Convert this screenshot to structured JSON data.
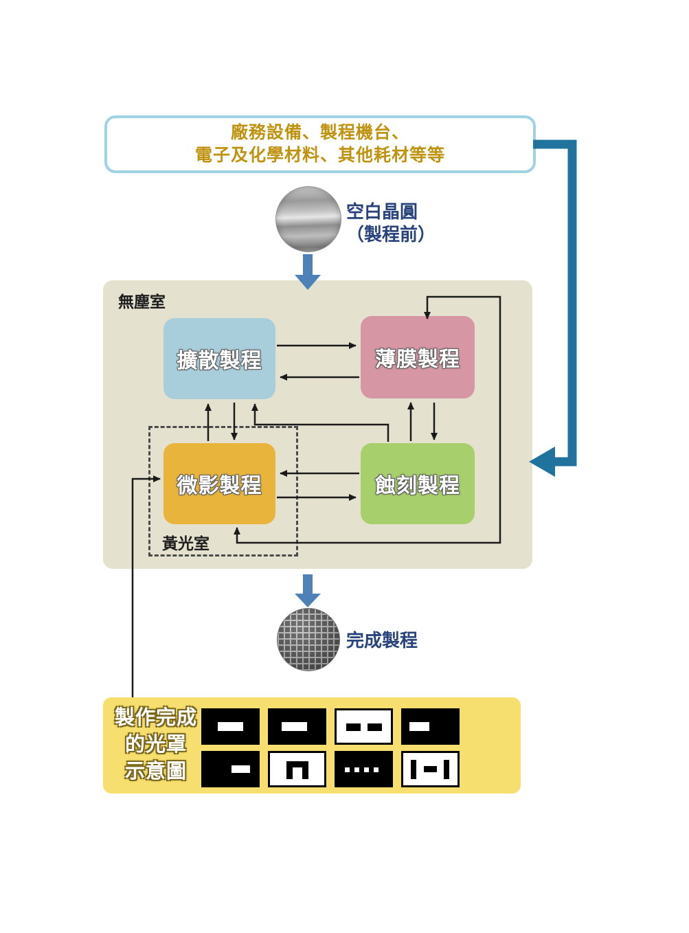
{
  "supply_box": {
    "line1": "廠務設備、製程機台、",
    "line2": "電子及化學材料、其他耗材等等"
  },
  "blank_wafer": {
    "label": "空白晶圓",
    "sublabel": "（製程前）"
  },
  "cleanroom": {
    "label": "無塵室"
  },
  "process_boxes": {
    "diffusion": "擴散製程",
    "thin_film": "薄膜製程",
    "lithography": "微影製程",
    "etching": "蝕刻製程"
  },
  "yellow_room": {
    "label": "黃光室"
  },
  "finished_wafer": {
    "label": "完成製程"
  },
  "mask_box": {
    "title_lines": [
      "製作完成",
      "的光罩",
      "示意圖"
    ],
    "patterns": [
      "white-bar-center",
      "white-bar-center",
      "two-black-dashes-on-white",
      "white-bar-left",
      "white-bar-right-of-center",
      "black-bracket-on-white",
      "four-white-dots",
      "black-bars-and-dash-on-white"
    ]
  },
  "colors": {
    "supply_text": "#bf9310",
    "supply_border": "#9fd2e3",
    "feed_line": "#1f739c",
    "flow_arrow": "#4f81b9",
    "label_navy": "#28427c",
    "cleanroom_bg": "#e4e1cf",
    "diffusion_bg": "#a9cedb",
    "thin_film_bg": "#d796a3",
    "lithography_bg": "#e9b43c",
    "etching_bg": "#a7cf6b",
    "mask_bg": "#f6df6f",
    "connector": "#1a1a1a"
  }
}
